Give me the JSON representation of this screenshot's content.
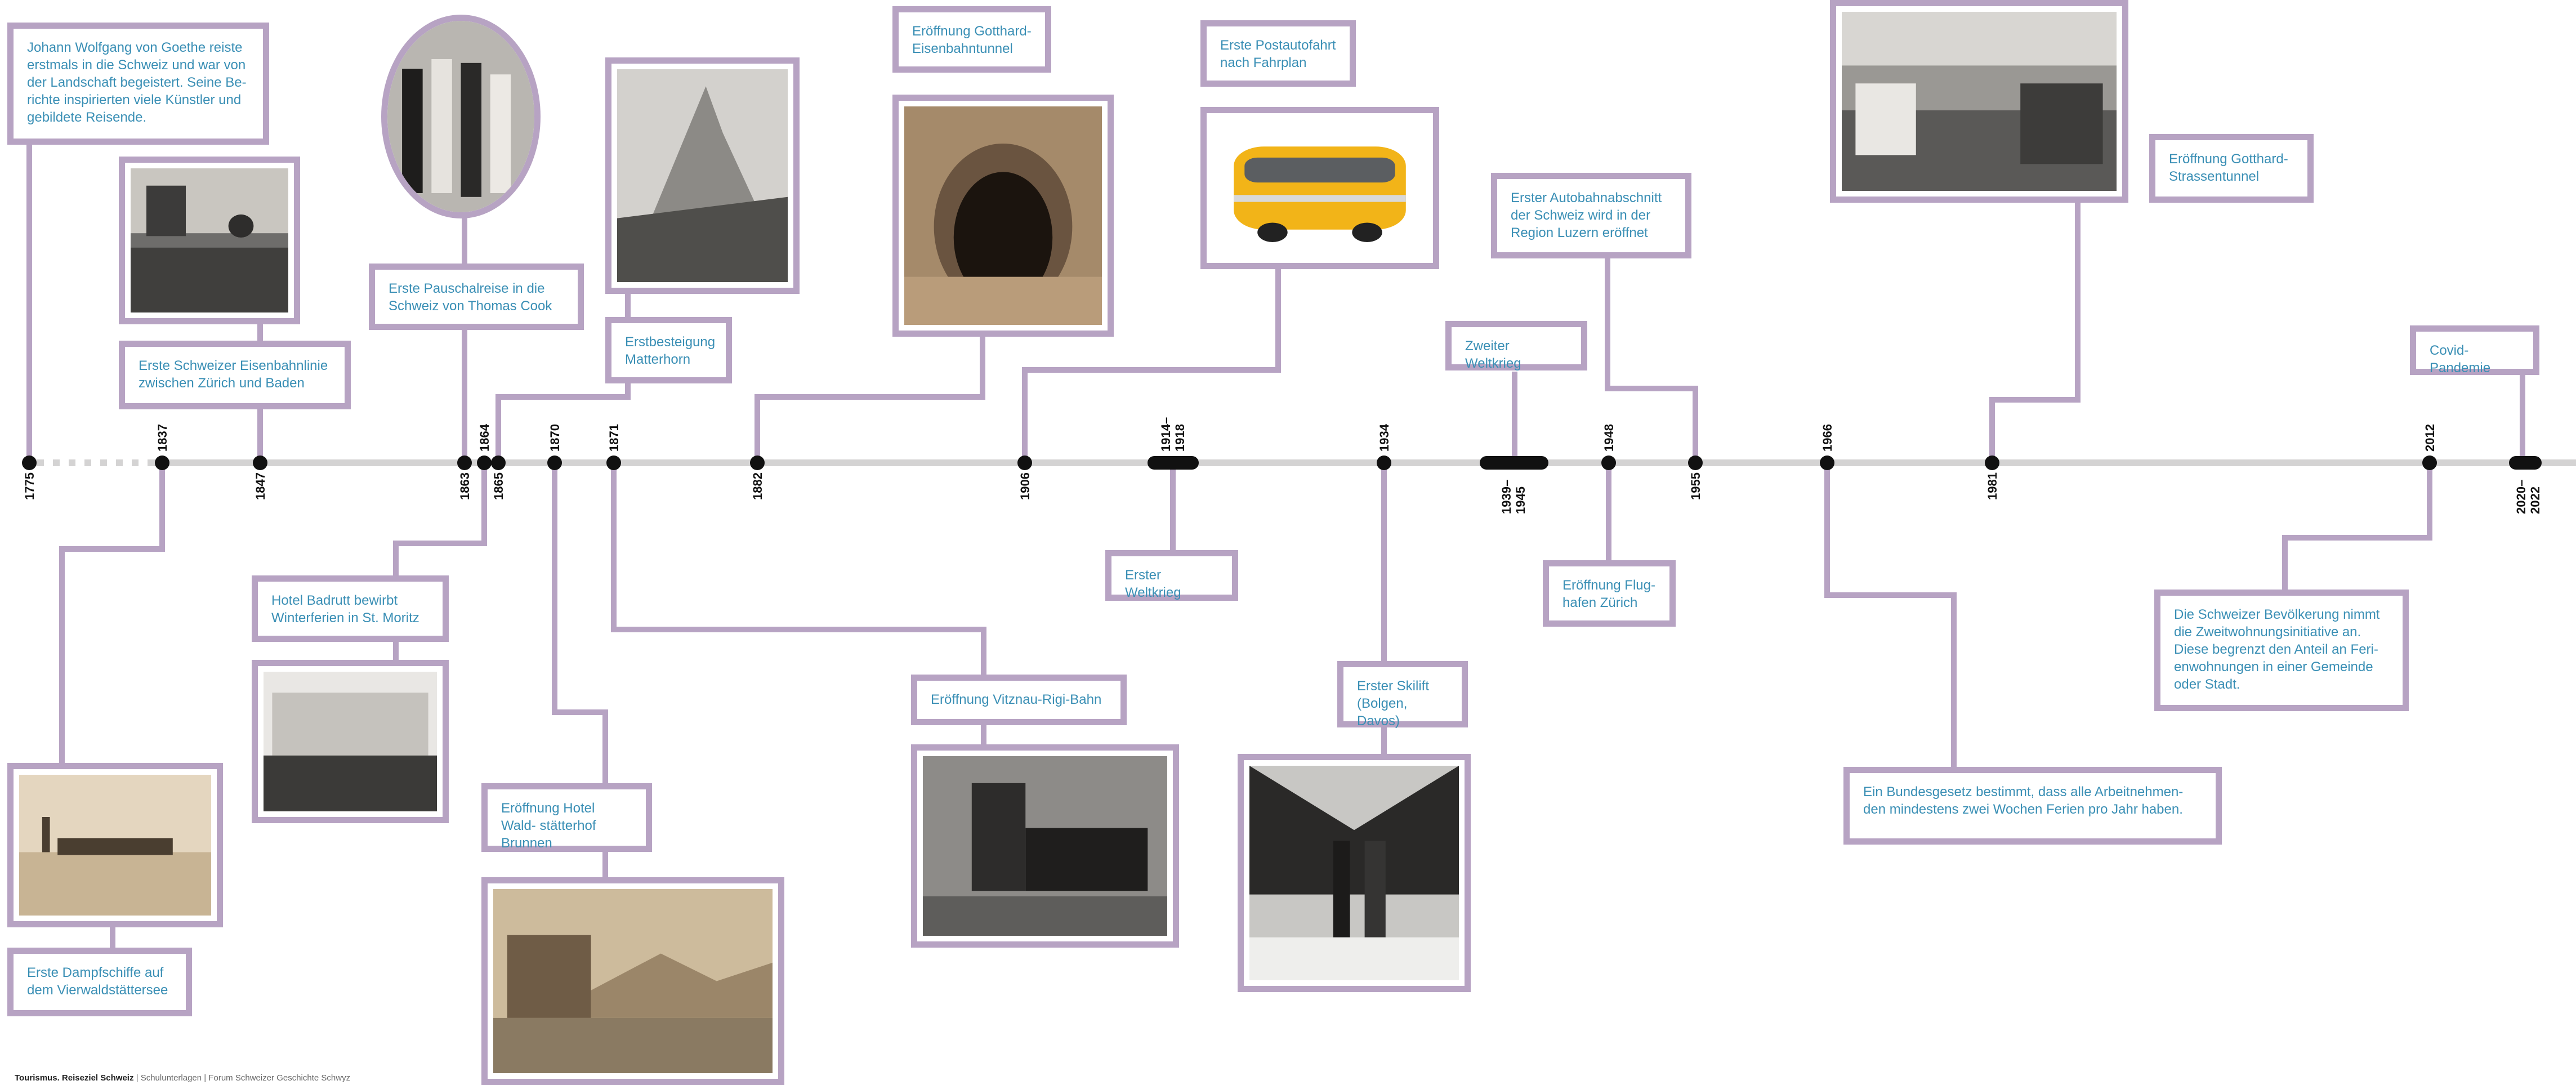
{
  "footer": {
    "bold": "Tourismus. Reiseziel Schweiz",
    "rest": " | Schulunterlagen | Forum Schweizer Geschichte Schwyz"
  },
  "years": [
    "1775",
    "1837",
    "1847",
    "1863",
    "1864",
    "1865",
    "1870",
    "1871",
    "1882",
    "1906",
    "1914–\n1918",
    "1934",
    "1939–\n1945",
    "1948",
    "1955",
    "1966",
    "1981",
    "2012",
    "2020–\n2022"
  ],
  "events": [
    {
      "text": "Johann Wolfgang von Goethe reiste erstmals in die Schweiz und war von der Landschaft begeistert. Seine Be- richte inspirierten viele Künstler und gebildete Reisende."
    },
    {
      "text": "Erste Schweizer Eisenbahnlinie zwischen Zürich und Baden"
    },
    {
      "text": "Erste Pauschalreise in die Schweiz von Thomas Cook"
    },
    {
      "text": "Erstbesteigung Matterhorn"
    },
    {
      "text": "Eröffnung Gotthard- Eisenbahntunnel"
    },
    {
      "text": "Erste Postautofahrt nach Fahrplan"
    },
    {
      "text": "Zweiter Weltkrieg"
    },
    {
      "text": "Erster Autobahnabschnitt der Schweiz wird in der Region Luzern eröffnet"
    },
    {
      "text": "Eröffnung Gotthard- Strassentunnel"
    },
    {
      "text": "Covid-Pandemie"
    },
    {
      "text": "Hotel Badrutt bewirbt Winterferien in St. Moritz"
    },
    {
      "text": "Erste Dampfschiffe auf dem Vierwaldstättersee"
    },
    {
      "text": "Eröffnung Hotel Wald- stätterhof Brunnen"
    },
    {
      "text": "Eröffnung Vitznau-Rigi-Bahn"
    },
    {
      "text": "Erster Weltkrieg"
    },
    {
      "text": "Erster Skilift (Bolgen, Davos)"
    },
    {
      "text": "Eröffnung Flug- hafen Zürich"
    },
    {
      "text": "Ein Bundesgesetz bestimmt, dass alle Arbeitnehmen- den mindestens zwei Wochen Ferien pro Jahr haben."
    },
    {
      "text": "Die Schweizer Bevölkerung nimmt die Zweitwohnungsinitiative an. Diese begrenzt den Anteil an Feri- enwohnungen in einer Gemeinde oder Stadt."
    }
  ],
  "photos": [
    {
      "name": "photo-train-station-crowd",
      "icon": "sepia"
    },
    {
      "name": "photo-thomas-cook-group",
      "icon": "bw"
    },
    {
      "name": "photo-matterhorn",
      "icon": "bw"
    },
    {
      "name": "photo-gotthard-tunnel-portal",
      "icon": "sepia"
    },
    {
      "name": "photo-postauto-bus",
      "icon": "color"
    },
    {
      "name": "photo-gotthard-road-tunnel",
      "icon": "bw"
    },
    {
      "name": "photo-hotel-badrutt",
      "icon": "bw"
    },
    {
      "name": "photo-steamship-lake",
      "icon": "sepia"
    },
    {
      "name": "photo-hotel-waldstaetterhof",
      "icon": "sepia"
    },
    {
      "name": "photo-rigi-locomotive",
      "icon": "bw"
    },
    {
      "name": "photo-ski-lift",
      "icon": "bw"
    }
  ]
}
